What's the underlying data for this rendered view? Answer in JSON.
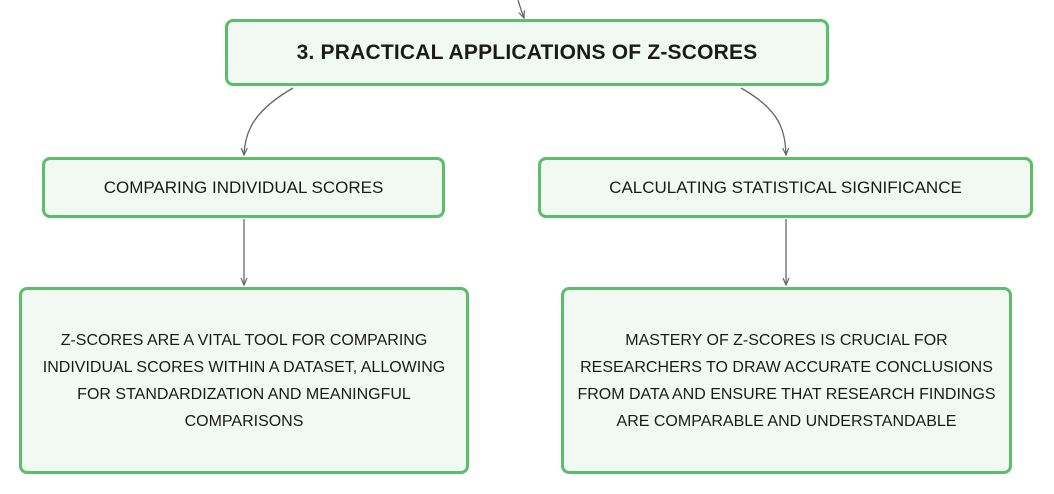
{
  "diagram": {
    "title": "3. PRACTICAL APPLICATIONS OF Z-SCORES",
    "branches": [
      {
        "label": "COMPARING INDIVIDUAL SCORES",
        "detail": "Z-SCORES ARE A VITAL TOOL FOR COMPARING INDIVIDUAL SCORES WITHIN A DATASET, ALLOWING FOR STANDARDIZATION AND MEANINGFUL COMPARISONS"
      },
      {
        "label": "CALCULATING STATISTICAL SIGNIFICANCE",
        "detail": "MASTERY OF Z-SCORES IS CRUCIAL FOR RESEARCHERS TO DRAW ACCURATE CONCLUSIONS FROM DATA AND ENSURE THAT RESEARCH FINDINGS ARE COMPARABLE AND UNDERSTANDABLE"
      }
    ],
    "colors": {
      "node_border": "#5cbd6a",
      "node_fill": "#f1f9f2",
      "connector": "#666666",
      "text": "#1a1a1a"
    }
  }
}
